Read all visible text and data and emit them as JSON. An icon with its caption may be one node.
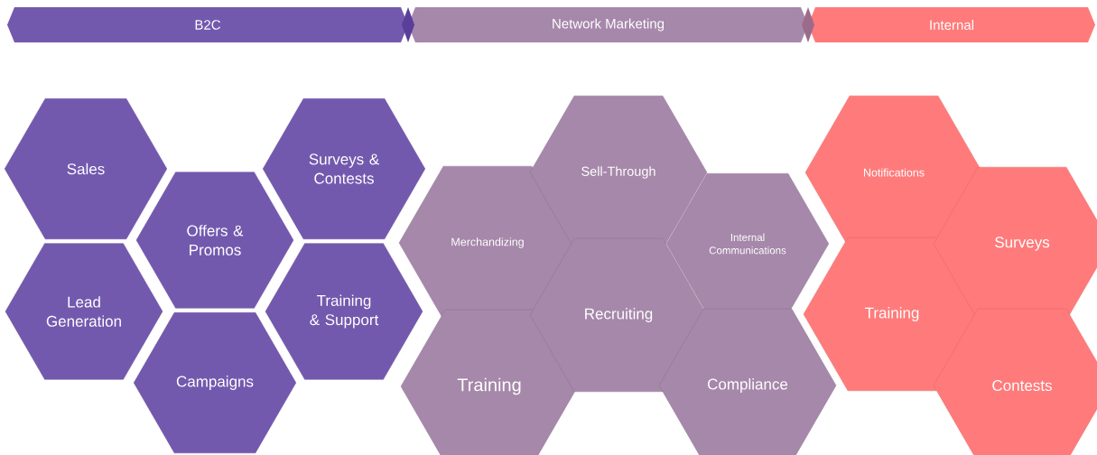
{
  "diagram": {
    "nodes": [
      {
        "text": [
          "B2C"
        ]
      },
      {
        "text": [
          "Sales"
        ]
      },
      {
        "text": [
          "Lead Generation"
        ]
      },
      {
        "text": [
          "Offers & Promos"
        ]
      },
      {
        "text": [
          "Campaigns"
        ]
      },
      {
        "text": [
          "Surveys & Contests"
        ]
      },
      {
        "text": [
          "Training & Support"
        ]
      },
      {
        "text": [
          "Network Marketing"
        ]
      },
      {
        "text": [
          "Merchandizing"
        ]
      },
      {
        "text": [
          "Training"
        ]
      },
      {
        "text": [
          "Sell-Through"
        ]
      },
      {
        "text": [
          "Recruiting"
        ]
      },
      {
        "text": [
          "Internal Communications"
        ]
      },
      {
        "text": [
          "Compliance"
        ]
      },
      {
        "text": [
          "Internal"
        ]
      },
      {
        "text": [
          "Notifications"
        ]
      },
      {
        "text": [
          "Training"
        ]
      },
      {
        "text": [
          "Surveys"
        ]
      },
      {
        "text": [
          "Contests"
        ]
      }
    ]
  }
}
